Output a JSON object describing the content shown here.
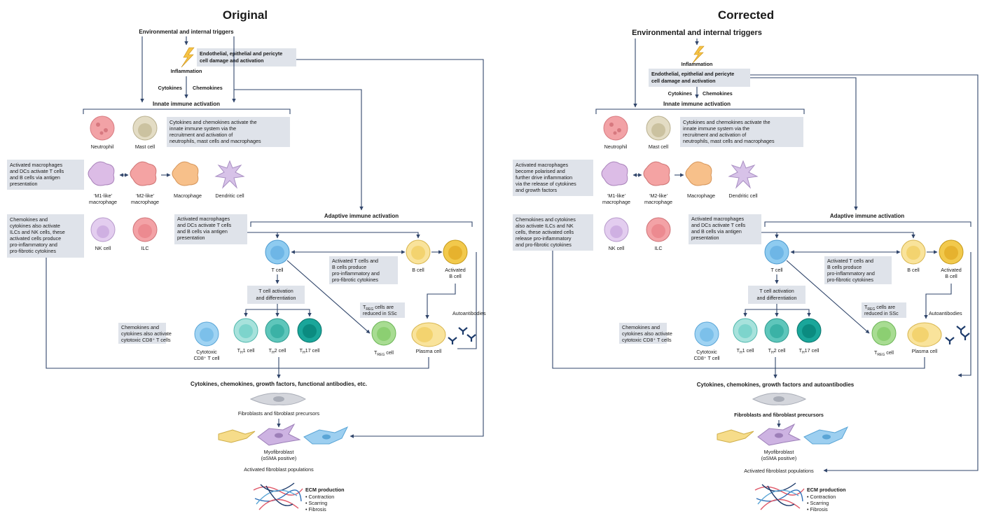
{
  "panels": [
    {
      "title": "Original",
      "triggers": "Environmental and internal triggers",
      "damage": [
        "Endothelial, epithelial and pericyte",
        "cell damage and activation"
      ],
      "inflammation": "Inflammation",
      "cytokines": "Cytokines",
      "chemokines": "Chemokines",
      "innate": "Innate immune activation",
      "innate_note": [
        "Cytokines and chemokines activate the",
        "innate immune system via the",
        "recruitment and activation of",
        "neutrophils, mast cells and macrophages"
      ],
      "neutrophil": "Neutrophil",
      "mast_cell": "Mast cell",
      "macro_note": [
        "Activated macrophages",
        "and DCs activate T cells",
        "and B cells via antigen",
        "presentation"
      ],
      "m1": [
        "‘M1-like’",
        "macrophage"
      ],
      "m2": [
        "‘M2-like’",
        "macrophage"
      ],
      "macrophage": "Macrophage",
      "dendritic": "Dendritic cell",
      "ilc_note": [
        "Chemokines and",
        "cytokines also activate",
        "ILCs and NK cells, these",
        "activated cells produce",
        "pro-inflammatory and",
        "pro-fibrotic cytokines"
      ],
      "nk": "NK cell",
      "ilc": "ILC",
      "adaptive": "Adaptive immune activation",
      "apc_note": [
        "Activated macrophages",
        "and DCs activate T cells",
        "and B cells via antigen",
        "presentation"
      ],
      "t_cell": "T cell",
      "b_cell": "B cell",
      "activated_b": [
        "Activated",
        "B cell"
      ],
      "tb_note": [
        "Activated T cells and",
        "B cells produce",
        "pro-inflammatory and",
        "pro-fibrotic cytokines"
      ],
      "t_activation": [
        "T cell activation",
        "and differentiation"
      ],
      "treg_note": [
        "cells are",
        "reduced in SSc"
      ],
      "autoantibodies": "Autoantibodies",
      "cd8_note": [
        "Chemokines and",
        "cytokines also activate",
        "cytotoxic CD8⁺ T cells"
      ],
      "cytotoxic": [
        "Cytotoxic",
        "CD8⁺ T cell"
      ],
      "th1": "1 cell",
      "th2": "2 cell",
      "th17": "17 cell",
      "treg": "cell",
      "plasma": "Plasma cell",
      "products": "Cytokines, chemokines, growth factors, functional antibodies, etc.",
      "fibro": "Fibroblasts and fibroblast precursors",
      "myo": [
        "Myofibroblast",
        "(αSMA positive)"
      ],
      "populations": "Activated fibroblast populations",
      "ecm_title": "ECM production",
      "ecm_items": [
        "• Contraction",
        "• Scarring",
        "• Fibrosis"
      ]
    },
    {
      "title": "Corrected",
      "triggers": "Environmental and internal triggers",
      "damage": [
        "Endothelial, epithelial and pericyte",
        "cell damage and activation"
      ],
      "inflammation": "Inflammation",
      "cytokines": "Cytokines",
      "chemokines": "Chemokines",
      "innate": "Innate immune activation",
      "innate_note": [
        "Cytokines and chemokines activate the",
        "innate immune system via the",
        "recruitment and activation of",
        "neutrophils, mast cells and macrophages"
      ],
      "neutrophil": "Neutrophil",
      "mast_cell": "Mast cell",
      "macro_note": [
        "Activated macrophages",
        "become polarised and",
        "further drive inflammation",
        "via the release of cytokines",
        "and growth factors"
      ],
      "m1": [
        "‘M1-like’",
        "macrophage"
      ],
      "m2": [
        "‘M2-like’",
        "macrophage"
      ],
      "macrophage": "Macrophage",
      "dendritic": "Dendritic cell",
      "ilc_note": [
        "Chemokines and cytokines",
        "also activate ILCs and NK",
        "cells, these activated cells",
        "release pro-inflammatory",
        "and pro-fibrotic cytokines"
      ],
      "nk": "NK cell",
      "ilc": "ILC",
      "adaptive": "Adaptive immune activation",
      "apc_note": [
        "Activated macrophages",
        "and DCs activate T cells",
        "and B cells via antigen",
        "presentation"
      ],
      "t_cell": "T cell",
      "b_cell": "B cell",
      "activated_b": [
        "Activated",
        "B cell"
      ],
      "tb_note": [
        "Activated T cells and",
        "B cells produce",
        "pro-inflammatory and",
        "pro-fibrotic cytokines"
      ],
      "t_activation": [
        "T cell activation",
        "and differentiation"
      ],
      "treg_note": [
        "cells are",
        "reduced in SSc"
      ],
      "autoantibodies": "Autoantibodies",
      "cd8_note": [
        "Chemokines and",
        "cytokines also activate",
        "cytotoxic CD8⁺ T cells"
      ],
      "cytotoxic": [
        "Cytotoxic",
        "CD8⁺ T cell"
      ],
      "th1": "1 cell",
      "th2": "2 cell",
      "th17": "17 cell",
      "treg": "cell",
      "plasma": "Plasma cell",
      "products": "Cytokines, chemokines, growth factors and autoantibodies",
      "fibro": "Fibroblasts and fibroblast precursors",
      "myo": [
        "Myofibroblast",
        "(αSMA positive)"
      ],
      "populations": "Activated fibroblast populations",
      "ecm_title": "ECM production",
      "ecm_items": [
        "• Contraction",
        "• Scarring",
        "• Fibrosis"
      ]
    }
  ],
  "subscripts": {
    "th": "H",
    "treg": "REG"
  },
  "colors": {
    "line": "#31466b",
    "note_box": "#dfe3ea",
    "neutrophil": "#f2a2a6",
    "mast_cell": "#e3dcc4",
    "macrophage_m1": "#dcbce6",
    "macrophage_m2": "#f4a3a3",
    "macrophage": "#f7c08a",
    "dendritic": "#d7c2e8",
    "nk_cell": "#e3cdef",
    "ilc": "#f3a2a6",
    "t_cell": "#8ecbf0",
    "b_cell": "#f9e39b",
    "activated_b": "#f2c94c",
    "th": "#7dd4cc",
    "th17": "#1aa69a",
    "treg": "#a8dc92",
    "plasma": "#f9e39b",
    "cytotoxic": "#9fd3f3",
    "fibroblast_yellow": "#f6dc8a",
    "myofibroblast": "#cdb3e2",
    "fibroblast_blue": "#9dcff0",
    "precursor": "#d4d6dc"
  }
}
